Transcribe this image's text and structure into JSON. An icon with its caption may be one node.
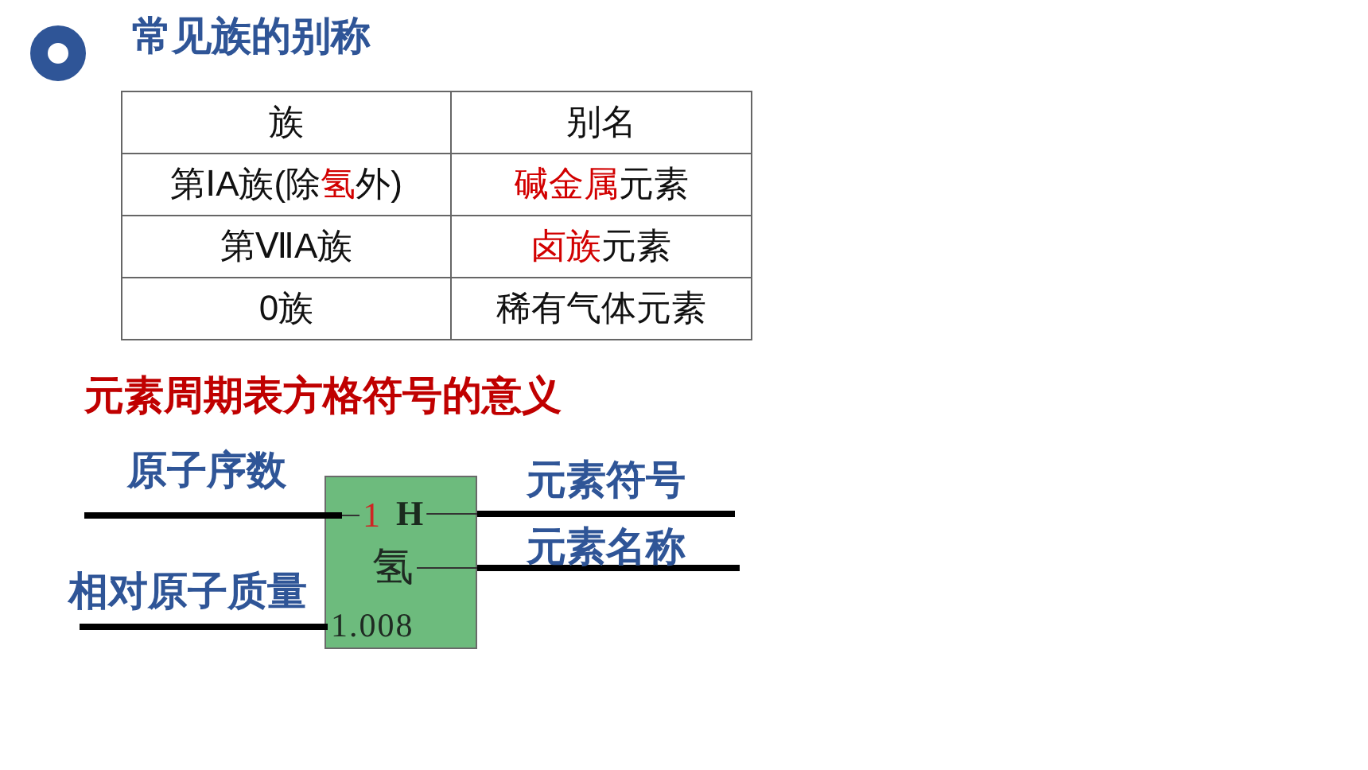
{
  "diagram": {
    "title": "常见族的别称",
    "nodes": [
      {
        "text": [
          "原子序数"
        ]
      },
      {
        "text": [],
        "shape": "box"
      },
      {
        "text": [
          "1"
        ],
        "in": 1
      },
      {
        "text": [
          "H"
        ],
        "in": 1
      },
      {
        "text": [
          "氢"
        ],
        "in": 1
      },
      {
        "text": [
          "1.008"
        ],
        "in": 1
      },
      {
        "text": [
          "元素符号"
        ]
      },
      {
        "text": [
          "元素名称"
        ]
      },
      {
        "text": [
          "相对原子质量"
        ]
      }
    ],
    "edges": [
      {
        "from": 0,
        "to": 2,
        "arrow": "none"
      },
      {
        "from": 6,
        "to": 3,
        "arrow": "none"
      },
      {
        "from": 7,
        "to": 4,
        "arrow": "none"
      },
      {
        "from": 8,
        "to": 5,
        "arrow": "none"
      }
    ],
    "labels": [
      "族",
      "别名",
      "第ⅠA族(除**氢**外)",
      "**碱金属**元素",
      "第ⅦA族",
      "**卤族**元素",
      "0族",
      "稀有气体元素",
      "元素周期表方格符号的意义"
    ]
  }
}
